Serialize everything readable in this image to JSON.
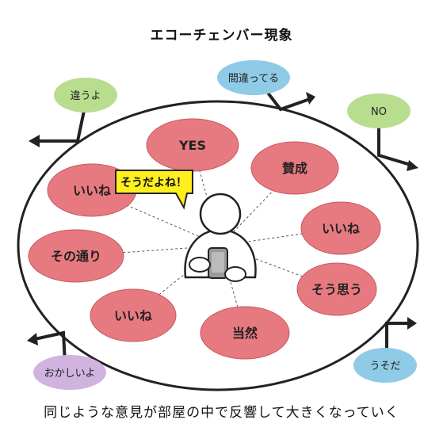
{
  "title": "エコーチェンバー現象",
  "caption": "同じような意見が部屋の中で反響して大きくなっていく",
  "speech_bubble": "そうだよね！",
  "inner_opinions": [
    {
      "label": "YES"
    },
    {
      "label": "賛成"
    },
    {
      "label": "いいね"
    },
    {
      "label": "そう思う"
    },
    {
      "label": "当然"
    },
    {
      "label": "いいね"
    },
    {
      "label": "その通り"
    },
    {
      "label": "いいね"
    }
  ],
  "outer_opinions": [
    {
      "label": "違うよ",
      "color": "#b9dd8f"
    },
    {
      "label": "間違ってる",
      "color": "#8fcbe6"
    },
    {
      "label": "NO",
      "color": "#b9dd8f"
    },
    {
      "label": "うそだ",
      "color": "#8fcbe6"
    },
    {
      "label": "おかしいよ",
      "color": "#d1b3e0"
    }
  ],
  "colors": {
    "inner_bubble": "#e77a80",
    "inner_bubble_stroke": "#c9585f",
    "speech_bubble": "#ffef1f",
    "room_outline": "#222222"
  },
  "icons": [
    "person-with-smartphone-icon"
  ]
}
